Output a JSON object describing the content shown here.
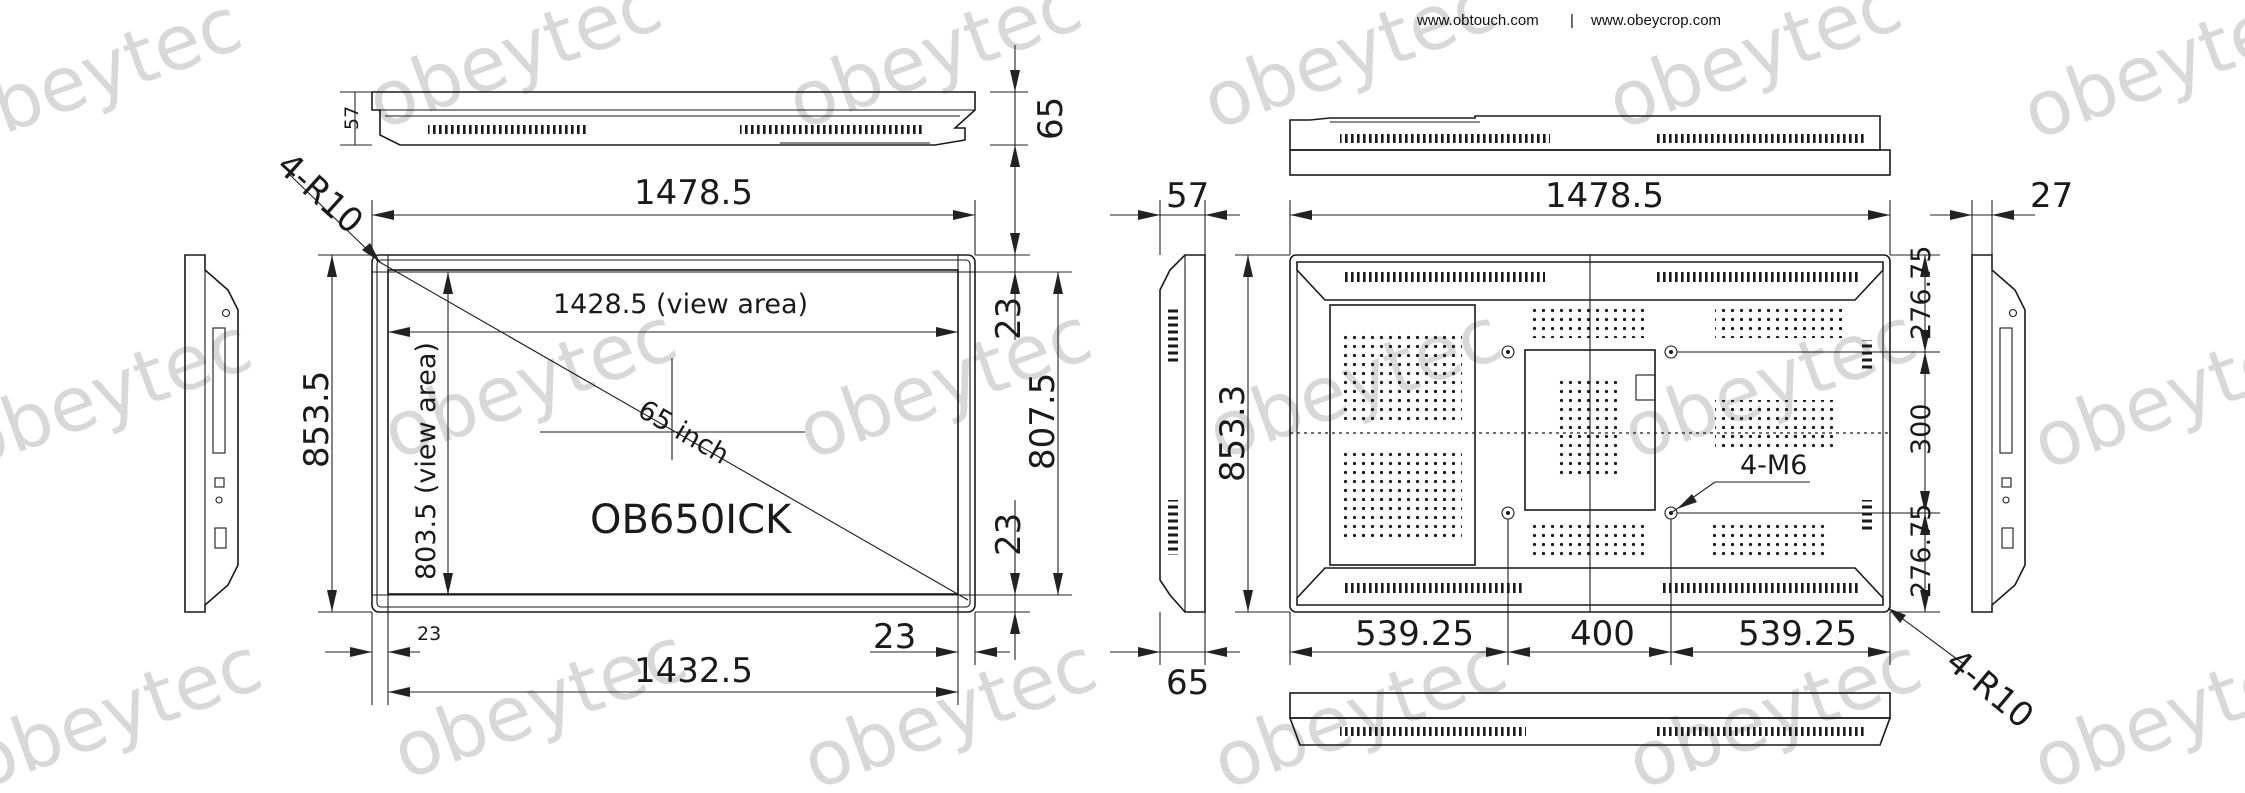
{
  "header": {
    "url_left": "www.obtouch.com",
    "separator": "|",
    "url_right": "www.obeycrop.com"
  },
  "watermark": {
    "text": "obeytec"
  },
  "front_view": {
    "model": "OB650ICK",
    "size_label": "65 inch",
    "corner_radius": "4-R10",
    "overall_width": "1478.5",
    "view_width": "1428.5 (view area)",
    "inner_width": "1432.5",
    "overall_height": "853.5",
    "view_height": "803.5 (view area)",
    "inner_height": "807.5",
    "top_border": "23",
    "bottom_border": "23",
    "left_border": "23",
    "right_border": "23"
  },
  "top_view": {
    "depth_total": "65",
    "depth_body": "57"
  },
  "rear_view": {
    "overall_width": "1478.5",
    "overall_height": "853.3",
    "side_depth": "57",
    "side_depth_bottom": "65",
    "right_depth": "27",
    "vesa_left": "539.25",
    "vesa_center": "400",
    "vesa_right": "539.25",
    "vesa_top": "276.75",
    "vesa_middle": "300",
    "vesa_bottom": "276.75",
    "screw_label": "4-M6",
    "corner_radius": "4-R10"
  }
}
